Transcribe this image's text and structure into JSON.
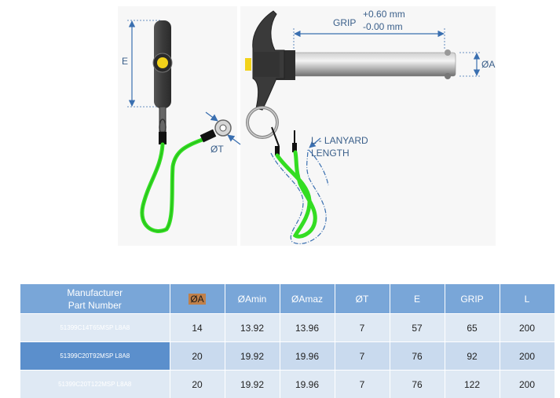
{
  "drawing": {
    "label_E": "E",
    "label_T": "ØT",
    "label_A": "ØA",
    "grip_label": "GRIP",
    "tol_plus": "+0.60 mm",
    "tol_minus": "-0.00  mm",
    "lanyard_line1": "L - LANYARD",
    "lanyard_line2": "LENGTH",
    "colors": {
      "lanyard": "#33dd22",
      "dimension": "#3a6fb0",
      "handle": "#444444",
      "button": "#f2d21a"
    }
  },
  "table": {
    "headers": [
      "Manufacturer\nPart Number",
      "ØA",
      "ØAmin",
      "ØAmaz",
      "ØT",
      "E",
      "GRIP",
      "L"
    ],
    "rows": [
      [
        "51399C14T65MSP L8A8",
        "14",
        "13.92",
        "13.96",
        "7",
        "57",
        "65",
        "200"
      ],
      [
        "51399C20T92MSP L8A8",
        "20",
        "19.92",
        "19.96",
        "7",
        "76",
        "92",
        "200"
      ],
      [
        "51399C20T122MSP L8A8",
        "20",
        "19.92",
        "19.96",
        "7",
        "76",
        "122",
        "200"
      ]
    ]
  }
}
